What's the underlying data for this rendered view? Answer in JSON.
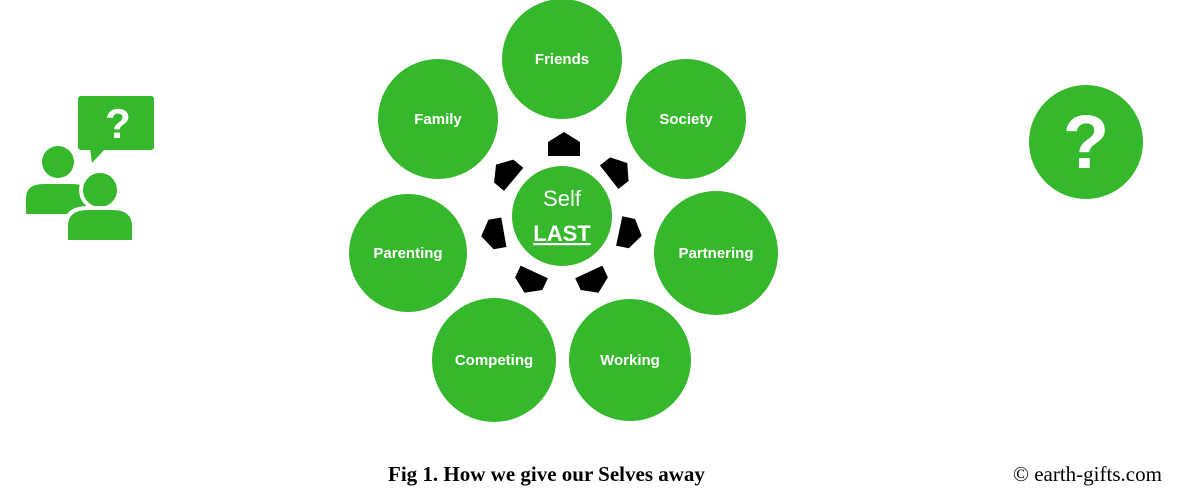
{
  "colors": {
    "node": "#36b82c",
    "arrow": "#000000",
    "text": "#ffffff"
  },
  "center": {
    "line1": "Self",
    "line2": "LAST"
  },
  "nodes": [
    {
      "label": "Friends"
    },
    {
      "label": "Society"
    },
    {
      "label": "Partnering"
    },
    {
      "label": "Working"
    },
    {
      "label": "Competing"
    },
    {
      "label": "Parenting"
    },
    {
      "label": "Family"
    }
  ],
  "left_icon": {
    "name": "people-question-icon",
    "glyph": "?"
  },
  "right_icon": {
    "name": "question-circle-icon",
    "glyph": "?"
  },
  "caption": "Fig 1. How we give our Selves away",
  "copyright": "© earth-gifts.com"
}
